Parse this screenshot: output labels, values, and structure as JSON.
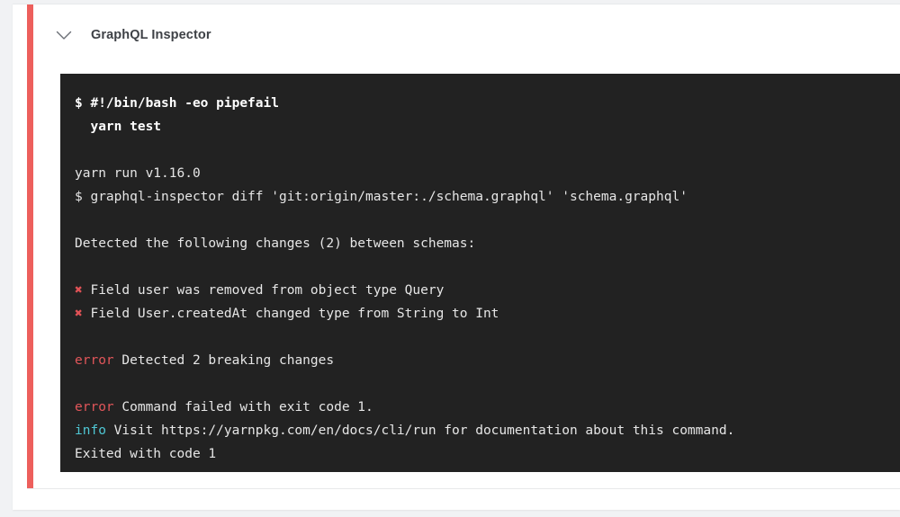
{
  "step": {
    "title": "GraphQL Inspector",
    "toggle_icon": "chevron-down-icon",
    "status_color": "#ed5f5c",
    "expanded": true
  },
  "terminal": {
    "background_color": "#222222",
    "text_color": "#e6e6e6",
    "error_color": "#e2565a",
    "info_color": "#4fc7d4",
    "cross_color": "#e05256",
    "lines": [
      {
        "id": "l1",
        "type": "command",
        "bold": true,
        "text": "$ #!/bin/bash -eo pipefail"
      },
      {
        "id": "l2",
        "type": "command",
        "bold": true,
        "text": "  yarn test"
      },
      {
        "id": "l3",
        "type": "blank",
        "text": " "
      },
      {
        "id": "l4",
        "type": "output",
        "text": "yarn run v1.16.0"
      },
      {
        "id": "l5",
        "type": "output",
        "text": "$ graphql-inspector diff 'git:origin/master:./schema.graphql' 'schema.graphql'"
      },
      {
        "id": "l6",
        "type": "blank",
        "text": " "
      },
      {
        "id": "l7",
        "type": "output",
        "text": "Detected the following changes (2) between schemas:"
      },
      {
        "id": "l8",
        "type": "blank",
        "text": " "
      },
      {
        "id": "l9",
        "type": "change",
        "marker": "✖",
        "text": " Field user was removed from object type Query"
      },
      {
        "id": "l10",
        "type": "change",
        "marker": "✖",
        "text": " Field User.createdAt changed type from String to Int"
      },
      {
        "id": "l11",
        "type": "blank",
        "text": " "
      },
      {
        "id": "l12",
        "type": "error",
        "label": "error",
        "text": " Detected 2 breaking changes"
      },
      {
        "id": "l13",
        "type": "blank",
        "text": " "
      },
      {
        "id": "l14",
        "type": "error",
        "label": "error",
        "text": " Command failed with exit code 1."
      },
      {
        "id": "l15",
        "type": "info",
        "label": "info",
        "text": " Visit https://yarnpkg.com/en/docs/cli/run for documentation about this command."
      },
      {
        "id": "l16",
        "type": "output",
        "text": "Exited with code 1"
      }
    ]
  }
}
